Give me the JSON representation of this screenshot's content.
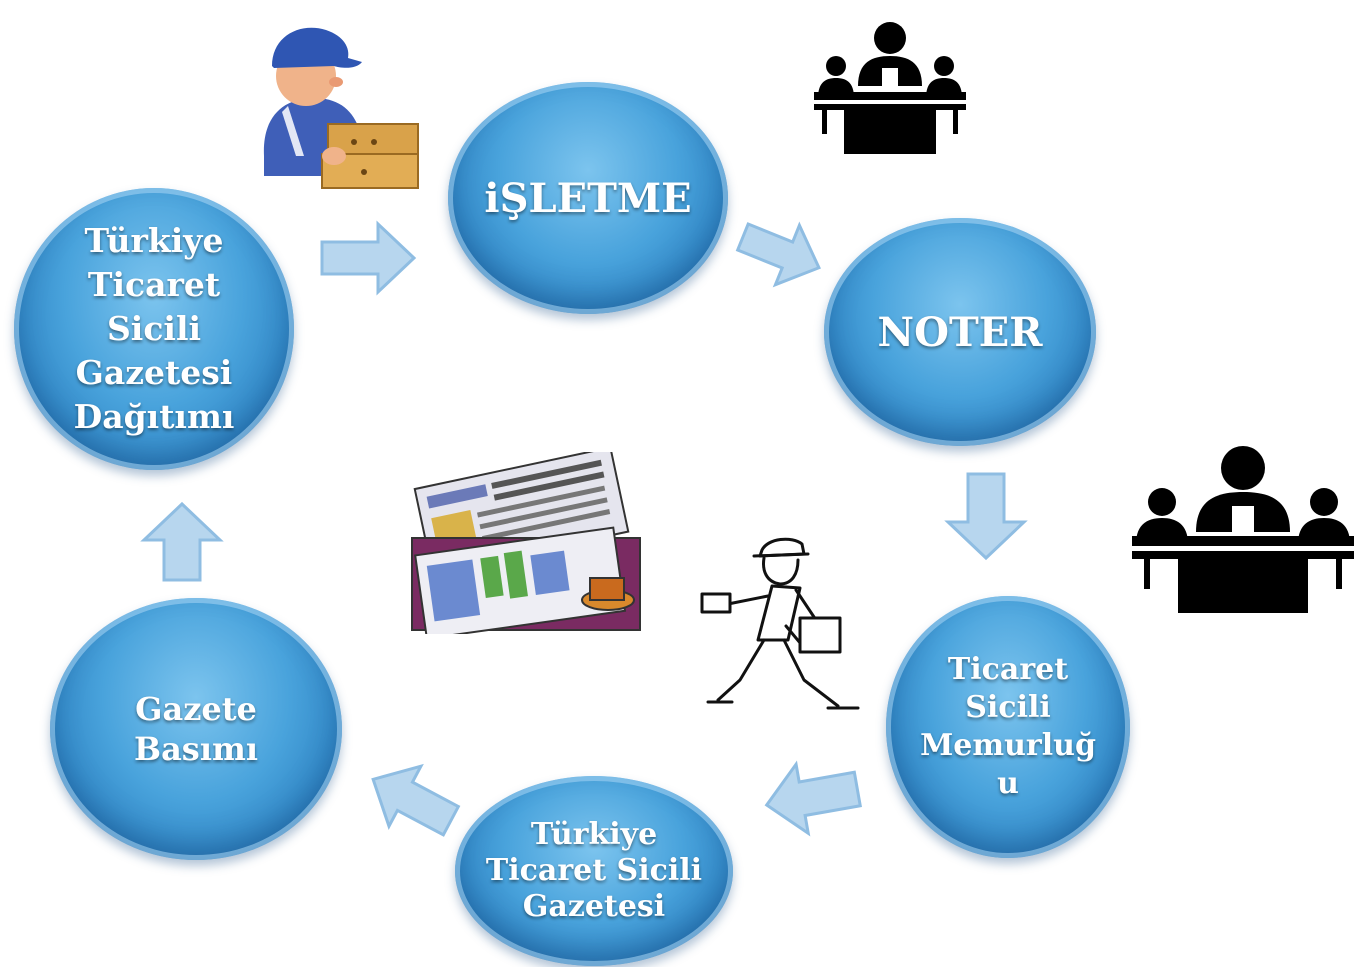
{
  "diagram": {
    "nodes": {
      "isletme": "iŞLETME",
      "noter": "NOTER",
      "ticaret_sicili_memurlugu": "Ticaret\nSicili\nMemurluğ\nu",
      "ttsg": "Türkiye\nTicaret Sicili\nGazetesi",
      "gazete_basimi": "Gazete\nBasımı",
      "ttsg_dagitimi": "Türkiye\nTicaret\nSicili\nGazetesi\nDağıtımı"
    },
    "icons": {
      "courier": "courier-with-package-icon",
      "officials_top": "officials-at-desk-icon",
      "officials_right": "officials-at-desk-icon",
      "postman": "postman-icon",
      "newspapers": "newspapers-icon"
    },
    "colors": {
      "node_blue": "#3a93d2",
      "arrow_fill": "#b7d6ee",
      "arrow_stroke": "#8fbde2"
    }
  }
}
